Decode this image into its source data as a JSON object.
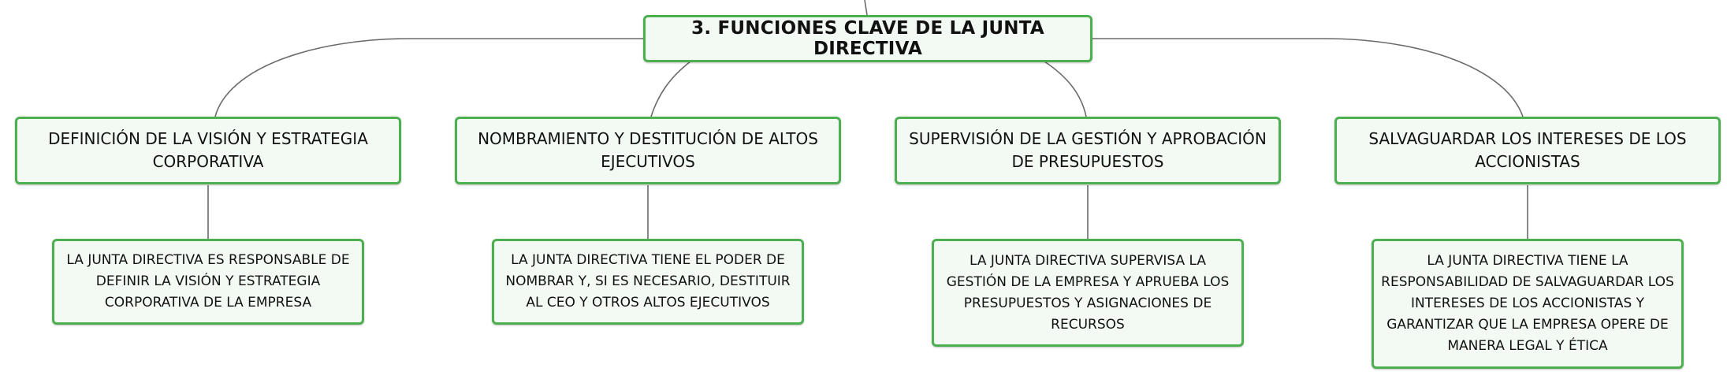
{
  "root": {
    "label": "3. FUNCIONES CLAVE DE LA JUNTA DIRECTIVA"
  },
  "branches": [
    {
      "label": "DEFINICIÓN DE LA VISIÓN Y ESTRATEGIA CORPORATIVA",
      "detail": "LA JUNTA DIRECTIVA ES RESPONSABLE DE DEFINIR LA VISIÓN Y ESTRATEGIA CORPORATIVA DE LA EMPRESA"
    },
    {
      "label": "NOMBRAMIENTO Y DESTITUCIÓN DE ALTOS EJECUTIVOS",
      "detail": "LA JUNTA DIRECTIVA TIENE EL PODER DE NOMBRAR Y, SI ES NECESARIO, DESTITUIR AL CEO Y OTROS ALTOS EJECUTIVOS"
    },
    {
      "label": "SUPERVISIÓN DE LA GESTIÓN Y APROBACIÓN DE PRESUPUESTOS",
      "detail": "LA JUNTA DIRECTIVA SUPERVISA LA GESTIÓN DE LA EMPRESA Y APRUEBA LOS PRESUPUESTOS Y ASIGNACIONES DE RECURSOS"
    },
    {
      "label": "SALVAGUARDAR LOS INTERESES DE LOS ACCIONISTAS",
      "detail": "LA JUNTA DIRECTIVA TIENE LA RESPONSABILIDAD DE SALVAGUARDAR LOS INTERESES DE LOS ACCIONISTAS Y GARANTIZAR QUE LA EMPRESA OPERE DE MANERA LEGAL Y ÉTICA"
    }
  ],
  "colors": {
    "border": "#4caf50",
    "fill": "#f3faf3",
    "line": "#6b6b6b",
    "text": "#111111"
  }
}
